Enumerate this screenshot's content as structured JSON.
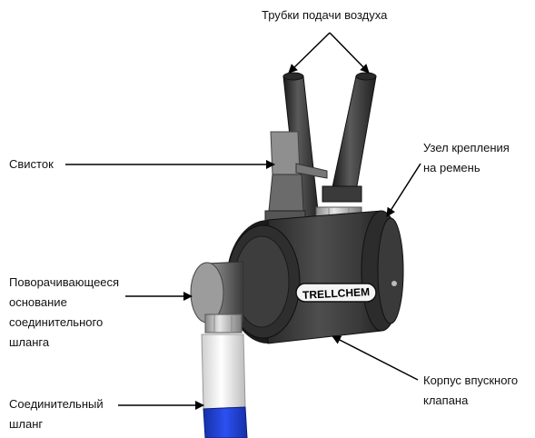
{
  "labels": {
    "air_tubes": "Трубки подачи воздуха",
    "whistle": "Свисток",
    "belt_mount": [
      "Узел крепления",
      "на ремень"
    ],
    "swivel_base": [
      "Поворачивающееся",
      "основание",
      "соединительного",
      "шланга"
    ],
    "connecting_hose": [
      "Соединительный",
      "шланг"
    ],
    "inlet_valve_body": [
      "Корпус впускного",
      "клапана"
    ]
  },
  "brand": "TRELLCHEM",
  "colors": {
    "body": "#3f3f3f",
    "body_dark": "#1c1c1c",
    "metal": "#cfcfcf",
    "hose_blue": "#1f3fd6",
    "hose_white": "#f2f2f2"
  }
}
